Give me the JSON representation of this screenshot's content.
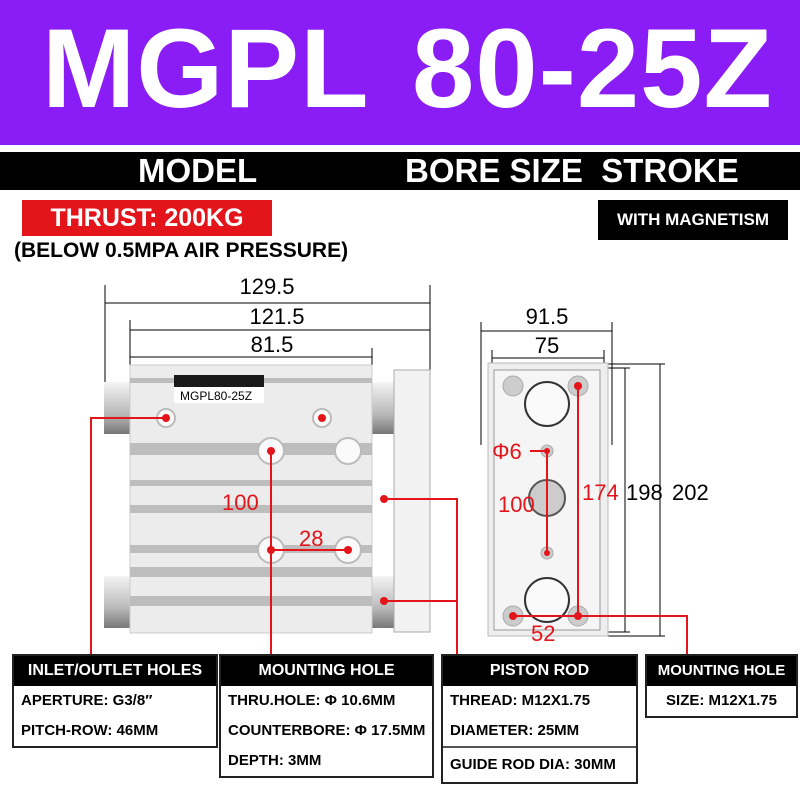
{
  "header": {
    "model": "MGPL",
    "size": "80-25Z",
    "model_label": "MODEL",
    "size_label": "BORE SIZE  STROKE"
  },
  "thrust": "THRUST: 200KG",
  "pressure_note": "(BELOW 0.5MPA AIR PRESSURE)",
  "magnet_badge": "WITH MAGNETISM",
  "drawing": {
    "label_plate": "MGPL80-25Z",
    "dims": {
      "overall": "129.5",
      "body_plate": "121.5",
      "body": "81.5",
      "mount_pitch": "100",
      "mount_spacing": "28",
      "side_width": "91.5",
      "side_inner": "75",
      "phi": "Φ6",
      "side_pitch": "100",
      "h174": "174",
      "h198": "198",
      "h202": "202",
      "bottom": "52"
    },
    "colors": {
      "accent": "#e4141b",
      "banner": "#8a1cf5"
    }
  },
  "tables": [
    {
      "title": "INLET/OUTLET HOLES",
      "rows": [
        "APERTURE: G3/8′′",
        "PITCH-ROW: 46MM"
      ]
    },
    {
      "title": "MOUNTING HOLE",
      "rows": [
        "THRU.HOLE: Φ 10.6MM",
        "COUNTERBORE: Φ 17.5MM",
        "DEPTH: 3MM"
      ]
    },
    {
      "title": "PISTON ROD",
      "rows": [
        "THREAD: M12X1.75",
        "DIAMETER: 25MM",
        "GUIDE ROD DIA: 30MM"
      ]
    },
    {
      "title": "MOUNTING HOLE",
      "rows": [
        "SIZE: M12X1.75"
      ]
    }
  ]
}
